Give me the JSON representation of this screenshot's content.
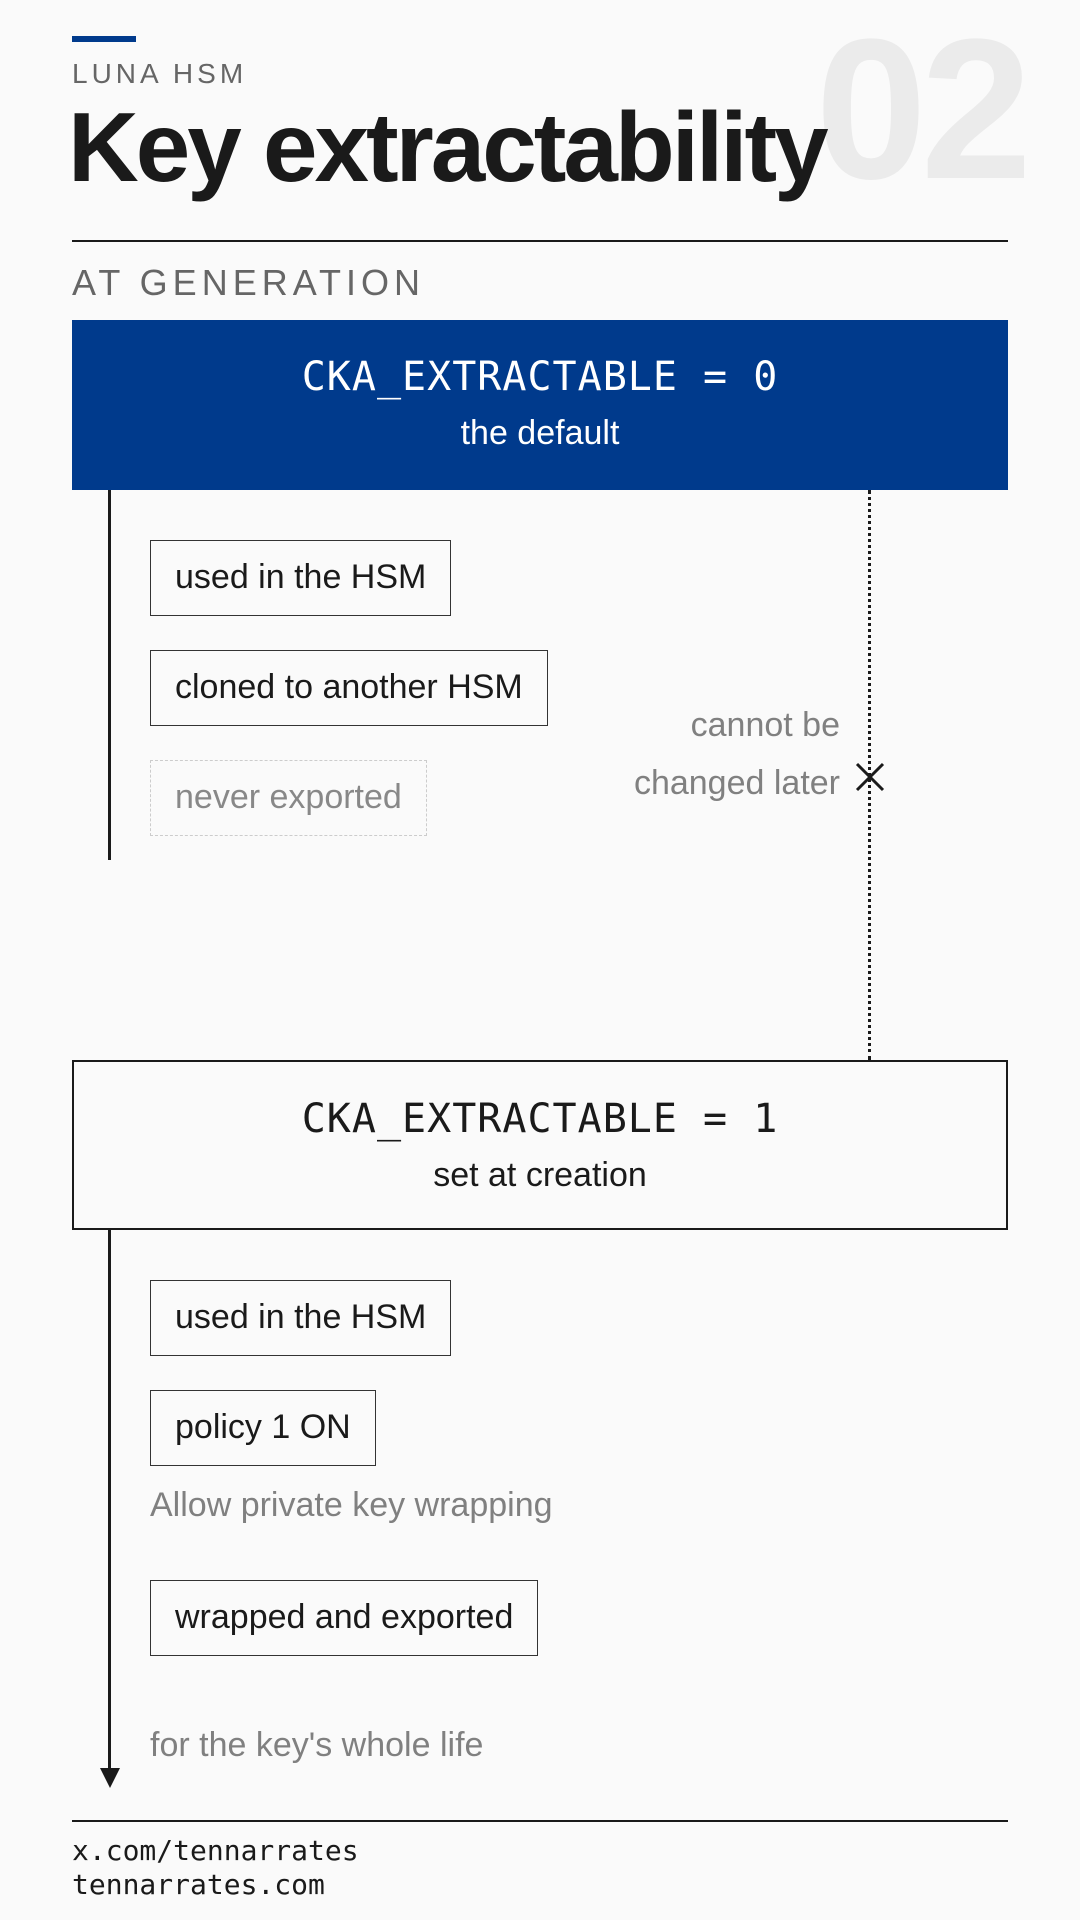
{
  "header": {
    "eyebrow": "LUNA HSM",
    "number": "02",
    "title": "Key extractability"
  },
  "section_label": "AT GENERATION",
  "default_block": {
    "code": "CKA_EXTRACTABLE = 0",
    "subtitle": "the default",
    "items": [
      "used in the HSM",
      "cloned to another HSM"
    ],
    "disabled_item": "never exported"
  },
  "side_note": {
    "line1": "cannot be",
    "line2": "changed later"
  },
  "extractable_block": {
    "code": "CKA_EXTRACTABLE = 1",
    "subtitle": "set at creation",
    "items": [
      "used in the HSM",
      "policy 1 ON",
      "wrapped and exported"
    ],
    "policy_note": "Allow private key wrapping",
    "footer_note": "for the key's whole life"
  },
  "footer": {
    "line1": "x.com/tennarrates",
    "line2": "tennarrates.com"
  },
  "colors": {
    "accent": "#003a8c",
    "text": "#1a1a1a",
    "muted": "#808080",
    "background": "#fafafa"
  },
  "icons": [
    "cross-icon",
    "arrow-down-icon"
  ]
}
